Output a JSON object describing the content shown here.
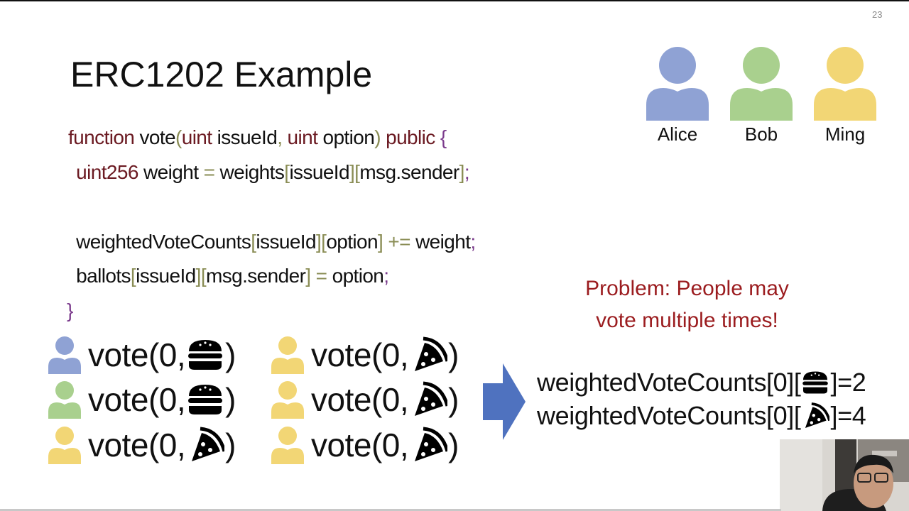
{
  "slide": {
    "number": "23",
    "title": "ERC1202 Example"
  },
  "code": {
    "lines": [
      [
        {
          "t": "function ",
          "c": "kw"
        },
        {
          "t": "vote",
          "c": "tx"
        },
        {
          "t": "(",
          "c": "pn"
        },
        {
          "t": "uint ",
          "c": "kw"
        },
        {
          "t": "issueId",
          "c": "tx"
        },
        {
          "t": ", ",
          "c": "pn"
        },
        {
          "t": "uint ",
          "c": "kw"
        },
        {
          "t": "option",
          "c": "tx"
        },
        {
          "t": ") ",
          "c": "pn"
        },
        {
          "t": "public ",
          "c": "kw"
        },
        {
          "t": "{",
          "c": "br"
        }
      ],
      [
        {
          "t": " uint256 ",
          "c": "kw"
        },
        {
          "t": "weight ",
          "c": "tx"
        },
        {
          "t": "= ",
          "c": "pn"
        },
        {
          "t": "weights",
          "c": "tx"
        },
        {
          "t": "[",
          "c": "pn"
        },
        {
          "t": "issueId",
          "c": "tx"
        },
        {
          "t": "][",
          "c": "pn"
        },
        {
          "t": "msg.sender",
          "c": "tx"
        },
        {
          "t": "]",
          "c": "pn"
        },
        {
          "t": ";",
          "c": "br"
        }
      ],
      [],
      [
        {
          "t": " weightedVoteCounts",
          "c": "tx"
        },
        {
          "t": "[",
          "c": "pn"
        },
        {
          "t": "issueId",
          "c": "tx"
        },
        {
          "t": "][",
          "c": "pn"
        },
        {
          "t": "option",
          "c": "tx"
        },
        {
          "t": "] += ",
          "c": "pn"
        },
        {
          "t": "weight",
          "c": "tx"
        },
        {
          "t": ";",
          "c": "br"
        }
      ],
      [
        {
          "t": " ballots",
          "c": "tx"
        },
        {
          "t": "[",
          "c": "pn"
        },
        {
          "t": "issueId",
          "c": "tx"
        },
        {
          "t": "][",
          "c": "pn"
        },
        {
          "t": "msg.sender",
          "c": "tx"
        },
        {
          "t": "] = ",
          "c": "pn"
        },
        {
          "t": "option",
          "c": "tx"
        },
        {
          "t": ";",
          "c": "br"
        }
      ],
      [
        {
          "t": "}",
          "c": "br"
        }
      ]
    ]
  },
  "people": [
    {
      "name": "Alice",
      "color": "#8fa2d4"
    },
    {
      "name": "Bob",
      "color": "#a9d08e"
    },
    {
      "name": "Ming",
      "color": "#f2d675"
    }
  ],
  "problem": {
    "line1": "Problem: People may",
    "line2": "vote multiple times!"
  },
  "votes": [
    {
      "voter": "Alice",
      "color": "#8fa2d4",
      "prefix": "vote(0,",
      "food": "burger-icon",
      "suffix": ")"
    },
    {
      "voter": "Bob",
      "color": "#a9d08e",
      "prefix": "vote(0,",
      "food": "burger-icon",
      "suffix": ")"
    },
    {
      "voter": "Ming",
      "color": "#f2d675",
      "prefix": "vote(0,",
      "food": "pizza-icon",
      "suffix": ")"
    },
    {
      "voter": "Ming",
      "color": "#f2d675",
      "prefix": "vote(0,",
      "food": "pizza-icon",
      "suffix": ")"
    },
    {
      "voter": "Ming",
      "color": "#f2d675",
      "prefix": "vote(0,",
      "food": "pizza-icon",
      "suffix": ")"
    },
    {
      "voter": "Ming",
      "color": "#f2d675",
      "prefix": "vote(0,",
      "food": "pizza-icon",
      "suffix": ")"
    }
  ],
  "results": [
    {
      "prefix": "weightedVoteCounts[0][",
      "food": "burger-icon",
      "suffix": "]=2"
    },
    {
      "prefix": "weightedVoteCounts[0][",
      "food": "pizza-icon",
      "suffix": "]=4"
    }
  ],
  "colors": {
    "keyword": "#6b1a22",
    "punct": "#8a8d55",
    "brace": "#7b3b8c",
    "problem": "#9b1c1f",
    "arrow": "#4f72bf"
  }
}
